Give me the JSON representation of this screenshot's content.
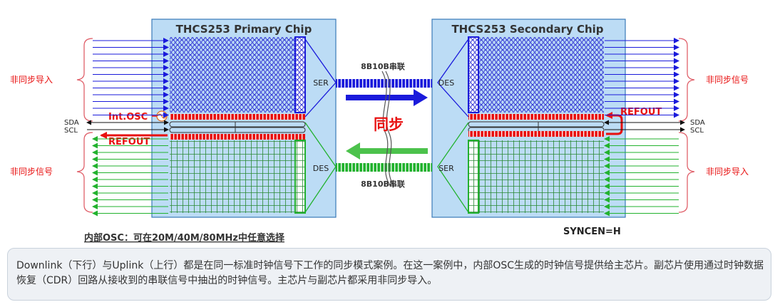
{
  "primary_chip": {
    "title": "THCS253 Primary Chip",
    "ser_label": "SER",
    "des_label": "DES",
    "int_osc_label": "Int.OSC",
    "refout_label": "REFOUT"
  },
  "secondary_chip": {
    "title": "THCS253 Secondary Chip",
    "ser_label": "SER",
    "des_label": "DES",
    "refout_label": "REFOUT"
  },
  "link": {
    "top_label": "8B10B串联",
    "bottom_label": "8B10B串联",
    "sync_label": "同步"
  },
  "left_side": {
    "top_group": "非同步导入",
    "bottom_group": "非同步信号",
    "sda": "SDA",
    "scl": "SCL"
  },
  "right_side": {
    "top_group": "非同步信号",
    "bottom_group": "非同步导入",
    "sda": "SDA",
    "scl": "SCL"
  },
  "osc_note": "内部OSC：可在20M/40M/80MHz中任意选择",
  "syncen_label": "SYNCEN=H",
  "description": "Downlink（下行）与Uplink（上行）都是在同一标准时钟信号下工作的同步模式案例。在这一案例中，内部OSC生成的时钟信号提供给主芯片。副芯片使用通过时钟数据恢复（CDR）回路从接收到的串联信号中抽出的时钟信号。主芯片与副芯片都采用非同步导入。",
  "colors": {
    "chip_fill": "#bcdcf5",
    "blue": "#1a1adb",
    "green": "#22b22e",
    "red": "#e81010"
  }
}
